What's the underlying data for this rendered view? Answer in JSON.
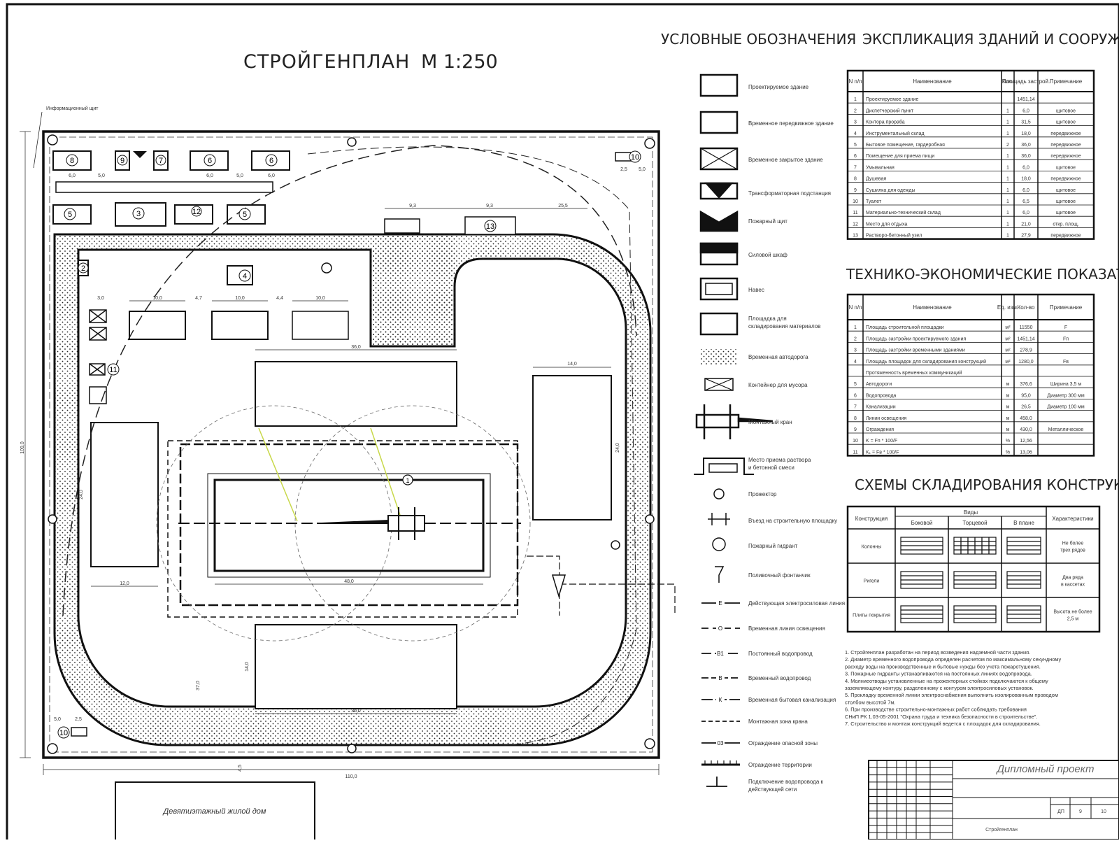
{
  "plan": {
    "title": "СТРОЙГЕНПЛАН",
    "scale": "М 1:250",
    "info_board": "Информационный щит",
    "neighbor_building": "Девятиэтажный жилой дом",
    "dims": {
      "width_total": "110,0",
      "height_total": "109,0",
      "bottom_offset": "4,5",
      "crane_rail": "48,0",
      "building_36_top": "36,0",
      "building_36_bottom": "36,0",
      "building_14": "14,0",
      "left_block_12": "12,0",
      "left_block_height": "24,0",
      "right_block_height": "24,0",
      "bottom_block_height": "14,0",
      "bottom_gap": "37,0",
      "top_10a": "10,0",
      "top_10b": "10,0",
      "top_10c": "10,0",
      "top_44": "4,4",
      "top_47": "4,7",
      "top_30": "3,0",
      "d50": "5,0",
      "d25": "2,5",
      "d60": "6,0",
      "d93": "9,3",
      "d255": "25,5"
    },
    "numbers": [
      "1",
      "2",
      "3",
      "4",
      "5",
      "6",
      "7",
      "8",
      "9",
      "10",
      "11",
      "12",
      "13"
    ]
  },
  "legend": {
    "title": "УСЛОВНЫЕ ОБОЗНАЧЕНИЯ",
    "items": [
      "Проектируемое здание",
      "Временное передвижное здание",
      "Временное закрытое здание",
      "Трансформаторная подстанция",
      "Пожарный щит",
      "Силовой шкаф",
      "Навес",
      "Площадка для складирования материалов",
      "Временная автодорога",
      "Контейнер для мусора",
      "Монтажный кран",
      "Место приема раствора и бетонной смеси",
      "Прожектор",
      "Въезд на строительную площадку",
      "Пожарный гидрант",
      "Поливочный фонтанчик",
      "Действующая электросиловая линия",
      "Временная линия освещения",
      "Постоянный водопровод",
      "Временный водопровод",
      "Временная бытовая канализация",
      "Монтажная зона крана",
      "Ограждение опасной зоны",
      "Ограждение территории",
      "Подключение водопровода к действующей сети"
    ],
    "line_codes": [
      "Е",
      "О",
      "В1",
      "В",
      "К",
      "",
      "03",
      ""
    ]
  },
  "explication": {
    "title": "ЭКСПЛИКАЦИЯ ЗДАНИЙ И СООРУЖЕ",
    "headers": [
      "N п/п",
      "Наименование",
      "Кол.",
      "Площадь застрой.",
      "Примечание"
    ],
    "rows": [
      [
        "1",
        "Проектируемое здание",
        "",
        "1451,14",
        ""
      ],
      [
        "2",
        "Диспетчерский пункт",
        "1",
        "6,0",
        "щитовое"
      ],
      [
        "3",
        "Контора прораба",
        "1",
        "31,5",
        "щитовое"
      ],
      [
        "4",
        "Инструментальный склад",
        "1",
        "18,0",
        "передвижное"
      ],
      [
        "5",
        "Бытовое помещение, гардеробная",
        "2",
        "36,0",
        "передвижное"
      ],
      [
        "6",
        "Помещение для приема пищи",
        "1",
        "36,0",
        "передвижное"
      ],
      [
        "7",
        "Умывальная",
        "1",
        "6,0",
        "щитовое"
      ],
      [
        "8",
        "Душевая",
        "1",
        "18,0",
        "передвижное"
      ],
      [
        "9",
        "Сушилка для одежды",
        "1",
        "6,0",
        "щитовое"
      ],
      [
        "10",
        "Туалет",
        "1",
        "6,5",
        "щитовое"
      ],
      [
        "11",
        "Материально-технический склад",
        "1",
        "6,0",
        "щитовое"
      ],
      [
        "12",
        "Место для отдыха",
        "1",
        "21,0",
        "откр. площ."
      ],
      [
        "13",
        "Растворо-бетонный узел",
        "1",
        "27,9",
        "передвижное"
      ]
    ]
  },
  "tep": {
    "title": "ТЕХНИКО-ЭКОНОМИЧЕСКИЕ ПОКАЗАТЕ",
    "headers": [
      "N п/п",
      "Наименование",
      "Ед. изм.",
      "Кол-во",
      "Примечание"
    ],
    "rows": [
      [
        "1",
        "Площадь строительной площадки",
        "м²",
        "11550",
        "F"
      ],
      [
        "2",
        "Площадь застройки проектируемого здания",
        "м²",
        "1451,14",
        "Fп"
      ],
      [
        "3",
        "Площадь застройки временными зданиями",
        "м²",
        "278,9",
        ""
      ],
      [
        "4",
        "Площадь площадок для складирования конструкций",
        "м²",
        "1280,0",
        "Fв"
      ],
      [
        "",
        "Протяженность временных коммуникаций",
        "",
        "",
        ""
      ],
      [
        "5",
        "Автодороги",
        "м",
        "376,6",
        "Ширина 3,5 м"
      ],
      [
        "6",
        "Водопровода",
        "м",
        "95,0",
        "Диаметр 300 мм"
      ],
      [
        "7",
        "Канализации",
        "м",
        "26,5",
        "Диаметр 100 мм"
      ],
      [
        "8",
        "Линии освещения",
        "м",
        "458,0",
        ""
      ],
      [
        "9",
        "Ограждения",
        "м",
        "430,0",
        "Металлическое"
      ],
      [
        "10",
        "K = Fп * 100/F",
        "%",
        "12,56",
        ""
      ],
      [
        "11",
        "K₁ = Fв * 100/F",
        "%",
        "13,06",
        ""
      ]
    ]
  },
  "storage": {
    "title": "СХЕМЫ СКЛАДИРОВАНИЯ КОНСТРУКЦ",
    "headers": [
      "Конструкция",
      "Виды",
      "Боковой",
      "Торцевой",
      "В плане",
      "Характеристики"
    ],
    "rows": [
      [
        "Колонны",
        "Не более трех рядов"
      ],
      [
        "Ригели",
        "Два ряда в кассетах"
      ],
      [
        "Плиты покрытия",
        "Высота не более 2,5 м"
      ]
    ]
  },
  "notes": [
    "1. Стройгенплан разработан на период возведения надземной части здания.",
    "2. Диаметр временного водопровода определен расчетом по максимальному секундному",
    "расходу воды на производственные и бытовые нужды без учета пожаротушения.",
    "3. Пожарные гидранты устанавливаются на постоянных линиях водопровода.",
    "4. Молниеотводы установленные на прожекторных стойках подключаются к общему",
    "заземляющему контуру, разделенному с контуром электросиловых установок.",
    "5. Прокладку временной линии электроснабжения выполнить изолированным проводом",
    "столбом высотой 7м.",
    "6. При производстве строительно-монтажных работ соблюдать требования",
    "СНиП РК 1.03-05-2001 \"Охрана труда и техника безопасности в строительстве\".",
    "7. Строительство и монтаж конструкций ведется с площадок для складирования."
  ],
  "stamp": {
    "project": "Дипломный проект",
    "sheet_name": "Стройгенплан",
    "stage": "ДП",
    "sheet": "9",
    "sheets": "10"
  },
  "colors": {
    "line": "#111111",
    "crane_zone": "#555555",
    "accent_hatch": "#c8d84a"
  }
}
